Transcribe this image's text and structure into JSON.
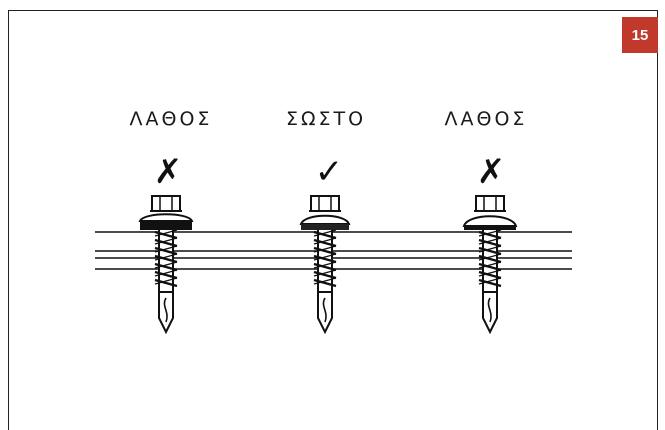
{
  "page_number": "15",
  "colors": {
    "badge_bg": "#c0392b",
    "badge_text": "#ffffff",
    "line": "#111111"
  },
  "columns": [
    {
      "label": "ΛΑΘΟΣ",
      "mark": "✗",
      "verdict": "wrong",
      "fastening": "over-tightened"
    },
    {
      "label": "ΣΩΣΤΟ",
      "mark": "✓",
      "verdict": "correct",
      "fastening": "correct"
    },
    {
      "label": "ΛΑΘΟΣ",
      "mark": "✗",
      "verdict": "wrong",
      "fastening": "under-tightened"
    }
  ]
}
